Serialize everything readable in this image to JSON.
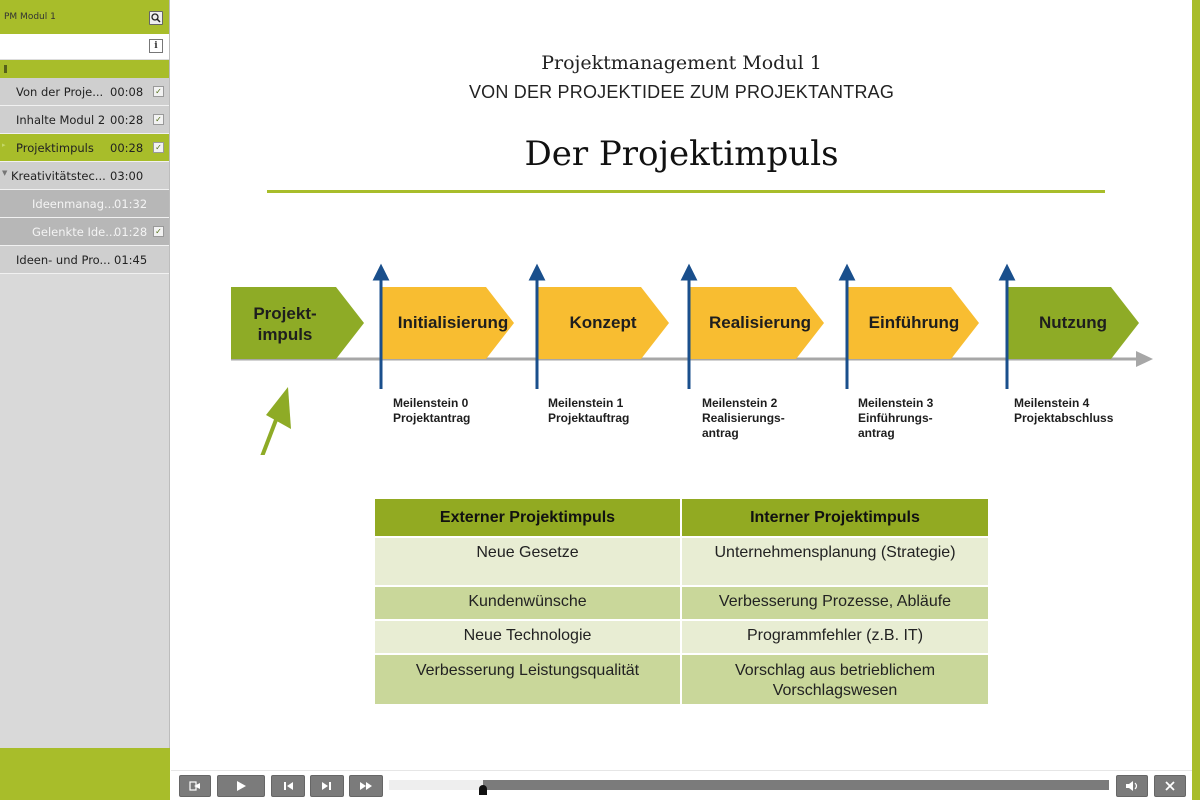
{
  "sidebar": {
    "title": "PM Modul 1",
    "search_icon": "search-icon",
    "info_glyph": "i",
    "items": [
      {
        "label": "Von der Proje...",
        "time": "00:08",
        "checked": true,
        "level": 0,
        "active": false
      },
      {
        "label": "Inhalte Modul 2",
        "time": "00:28",
        "checked": true,
        "level": 0,
        "active": false
      },
      {
        "label": "Projektimpuls",
        "time": "00:28",
        "checked": true,
        "level": 0,
        "active": true
      },
      {
        "label": "Kreativitätstec...",
        "time": "03:00",
        "checked": false,
        "level": 0,
        "active": false
      },
      {
        "label": "Ideenmanag...",
        "time": "01:32",
        "checked": false,
        "level": 1,
        "active": false
      },
      {
        "label": "Gelenkte Ide...",
        "time": "01:28",
        "checked": true,
        "level": 1,
        "active": false
      },
      {
        "label": "Ideen- und Pro...",
        "time": "01:45",
        "checked": false,
        "level": 0,
        "active": false
      }
    ]
  },
  "slide": {
    "header_line1": "Projektmanagement Modul 1",
    "header_line2": "VON DER PROJEKTIDEE ZUM PROJEKTANTRAG",
    "title": "Der Projektimpuls",
    "phases": [
      {
        "label_line1": "Projekt-",
        "label_line2": "impuls",
        "color": "#8eab26"
      },
      {
        "label": "Initialisierung",
        "color": "#f8bd31"
      },
      {
        "label": "Konzept",
        "color": "#f8bd31"
      },
      {
        "label": "Realisierung",
        "color": "#f8bd31"
      },
      {
        "label": "Einführung",
        "color": "#f8bd31"
      },
      {
        "label": "Nutzung",
        "color": "#8eab26"
      }
    ],
    "milestones": [
      {
        "lines": [
          "Meilenstein 0",
          "Projektantrag"
        ]
      },
      {
        "lines": [
          "Meilenstein 1",
          "Projektauftrag"
        ]
      },
      {
        "lines": [
          "Meilenstein 2",
          "Realisierungs-",
          "antrag"
        ]
      },
      {
        "lines": [
          "Meilenstein 3",
          "Einführungs-",
          "antrag"
        ]
      },
      {
        "lines": [
          "Meilenstein 4",
          "Projektabschluss"
        ]
      }
    ],
    "table": {
      "headers": [
        "Externer Projektimpuls",
        "Interner Projektimpuls"
      ],
      "rows": [
        [
          "Neue Gesetze",
          "Unternehmensplanung (Strategie)"
        ],
        [
          "Kundenwünsche",
          "Verbesserung Prozesse, Abläufe"
        ],
        [
          "Neue Technologie",
          "Programmfehler (z.B. IT)"
        ],
        [
          "Verbesserung Leistungsqualität",
          "Vorschlag aus betrieblichem Vorschlagswesen"
        ]
      ]
    }
  },
  "colors": {
    "accent_green": "#a8bd2a",
    "phase_yellow": "#f8bd31",
    "phase_green": "#8eab26",
    "milestone_blue": "#1a4f8c"
  },
  "player": {
    "buttons": [
      "exit-icon",
      "play-icon",
      "previous-icon",
      "next-icon",
      "fast-forward-icon",
      "volume-icon",
      "close-icon"
    ],
    "progress": 0.13
  }
}
